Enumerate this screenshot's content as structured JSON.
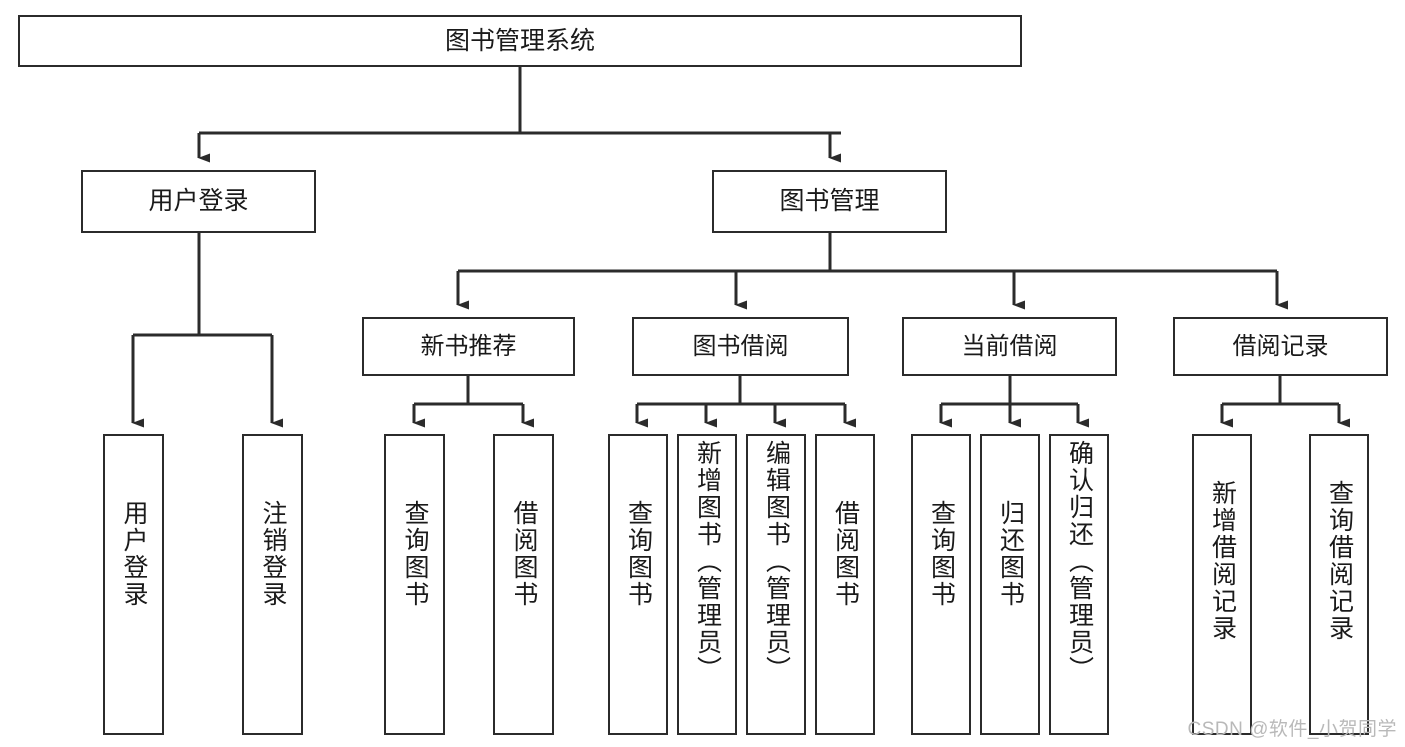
{
  "diagram": {
    "title": "图书管理系统",
    "type": "tree",
    "colors": {
      "stroke": "#2b2b2b",
      "fill": "#ffffff",
      "text": "#1a1a1a",
      "watermark": "#b9b9b9"
    },
    "nodes": {
      "root": {
        "label": "图书管理系统"
      },
      "level2": [
        {
          "id": "user-login",
          "label": "用户登录"
        },
        {
          "id": "book-manage",
          "label": "图书管理"
        }
      ],
      "level3": [
        {
          "id": "new-book-recommend",
          "label": "新书推荐"
        },
        {
          "id": "book-borrow",
          "label": "图书借阅"
        },
        {
          "id": "current-borrow",
          "label": "当前借阅"
        },
        {
          "id": "borrow-record",
          "label": "借阅记录"
        }
      ],
      "leaves": {
        "user-login": [
          {
            "id": "leaf-user-login",
            "label": "用户登录"
          },
          {
            "id": "leaf-logout",
            "label": "注销登录"
          }
        ],
        "new-book-recommend": [
          {
            "id": "leaf-query-book-1",
            "label": "查询图书"
          },
          {
            "id": "leaf-borrow-book-1",
            "label": "借阅图书"
          }
        ],
        "book-borrow": [
          {
            "id": "leaf-query-book-2",
            "label": "查询图书"
          },
          {
            "id": "leaf-add-book",
            "label": "新增图书（管理员）"
          },
          {
            "id": "leaf-edit-book",
            "label": "编辑图书（管理员）"
          },
          {
            "id": "leaf-borrow-book-2",
            "label": "借阅图书"
          }
        ],
        "current-borrow": [
          {
            "id": "leaf-query-book-3",
            "label": "查询图书"
          },
          {
            "id": "leaf-return-book",
            "label": "归还图书"
          },
          {
            "id": "leaf-confirm-return",
            "label": "确认归还（管理员）"
          }
        ],
        "borrow-record": [
          {
            "id": "leaf-add-record",
            "label": "新增借阅记录"
          },
          {
            "id": "leaf-query-record",
            "label": "查询借阅记录"
          }
        ]
      }
    },
    "watermark": "CSDN @软件_小贺同学"
  }
}
